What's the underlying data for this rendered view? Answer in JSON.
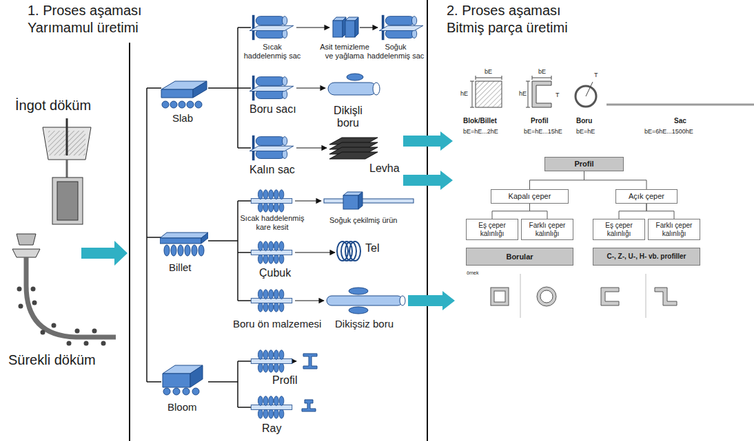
{
  "diagram": {
    "nodes": [
      {
        "text": [
          "Profil"
        ]
      },
      {
        "text": [
          "Kapalı çeper"
        ]
      },
      {
        "text": [
          "Açık çeper"
        ]
      },
      {
        "text": [
          "Eş çeper kalınlığı"
        ]
      },
      {
        "text": [
          "Farklı çeper kalınlığı"
        ]
      },
      {
        "text": [
          "Eş çeper kalınlığı"
        ]
      },
      {
        "text": [
          "Farklı çeper kalınlığı"
        ]
      },
      {
        "text": [
          "Borular"
        ]
      },
      {
        "text": [
          "C-, Z-, U-, H- vb. profiller"
        ]
      }
    ],
    "edges": [
      {
        "from": 0,
        "to": 1,
        "arrow": "none"
      },
      {
        "from": 0,
        "to": 2,
        "arrow": "none"
      },
      {
        "from": 1,
        "to": 3,
        "arrow": "none"
      },
      {
        "from": 1,
        "to": 4,
        "arrow": "none"
      },
      {
        "from": 2,
        "to": 5,
        "arrow": "none"
      },
      {
        "from": 2,
        "to": 6,
        "arrow": "none"
      }
    ],
    "labels": [
      "1. Proses aşaması",
      "Yarımamul üretimi",
      "2. Proses aşaması",
      "Bitmiş parça üretimi",
      "İngot döküm",
      "Sürekli döküm",
      "Slab",
      "Sıcak haddelenmiş sac",
      "Asit temizleme ve yağlama",
      "Soğuk haddelenmiş sac",
      "Boru sacı",
      "Dikişli boru",
      "Kalın sac",
      "Levha",
      "Billet",
      "Sıcak haddelenmiş kare kesit",
      "Soğuk çekilmiş ürün",
      "Tel",
      "Çubuk",
      "Boru ön malzemesi",
      "Dikişsiz boru",
      "Bloom",
      "Profil",
      "Ray",
      "bE",
      "hE",
      "Blok/Billet",
      "bE=hE...2hE",
      "bE",
      "hE",
      "T",
      "Profil",
      "bE=hE...15hE",
      "T",
      "Boru",
      "bE=hE",
      "Sac",
      "bE=6hE...1500hE",
      "örnek"
    ]
  }
}
